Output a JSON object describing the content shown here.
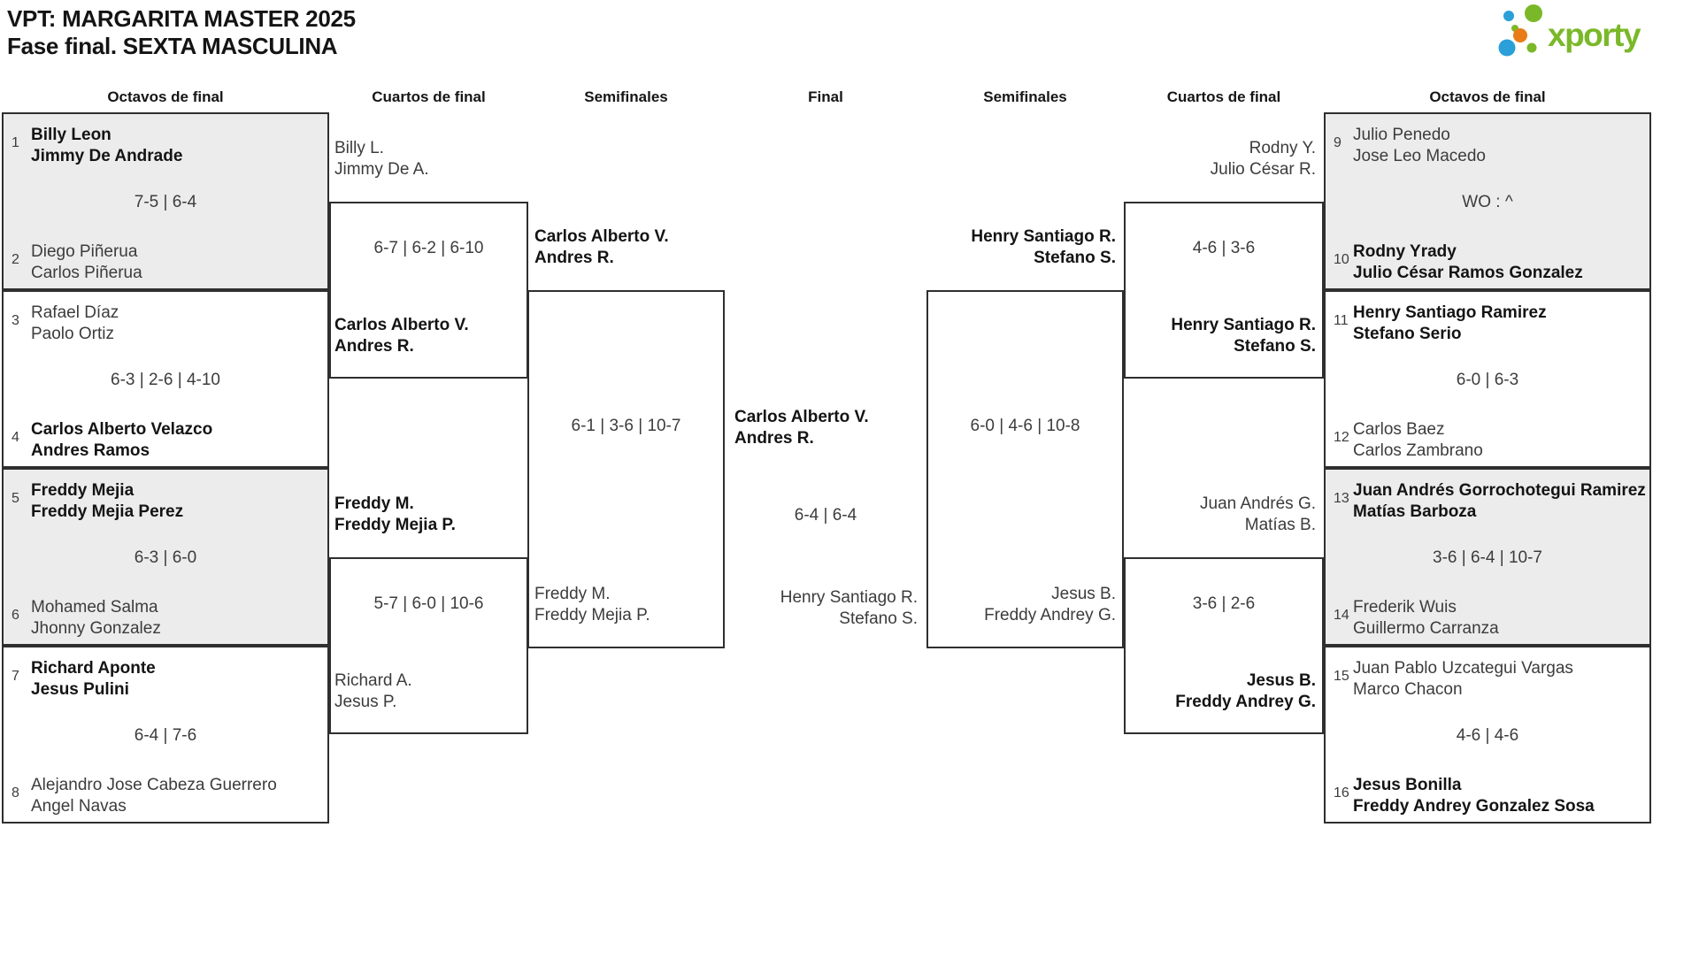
{
  "title": {
    "line1": "VPT: MARGARITA MASTER 2025",
    "line2": "Fase final. SEXTA MASCULINA"
  },
  "logo": {
    "wordmark": "xporty",
    "green": "#7ab829",
    "blue": "#2a9fd8",
    "orange": "#e87d17"
  },
  "rounds": {
    "r16_left": "Octavos de final",
    "qf_left": "Cuartos de final",
    "sf_left": "Semifinales",
    "final": "Final",
    "sf_right": "Semifinales",
    "qf_right": "Cuartos de final",
    "r16_right": "Octavos de final"
  },
  "octavos": [
    {
      "seed_top": "1",
      "top": [
        "Billy Leon",
        "Jimmy De Andrade"
      ],
      "top_winner": true,
      "score": "7-5 | 6-4",
      "seed_bottom": "2",
      "bottom": [
        "Diego Piñerua",
        "Carlos Piñerua"
      ],
      "bottom_winner": false
    },
    {
      "seed_top": "3",
      "top": [
        "Rafael Díaz",
        "Paolo Ortiz"
      ],
      "top_winner": false,
      "score": "6-3 | 2-6 | 4-10",
      "seed_bottom": "4",
      "bottom": [
        "Carlos Alberto Velazco",
        "Andres Ramos"
      ],
      "bottom_winner": true
    },
    {
      "seed_top": "5",
      "top": [
        "Freddy Mejia",
        "Freddy Mejia Perez"
      ],
      "top_winner": true,
      "score": "6-3 | 6-0",
      "seed_bottom": "6",
      "bottom": [
        "Mohamed Salma",
        "Jhonny Gonzalez"
      ],
      "bottom_winner": false
    },
    {
      "seed_top": "7",
      "top": [
        "Richard Aponte",
        "Jesus Pulini"
      ],
      "top_winner": true,
      "score": "6-4 | 7-6",
      "seed_bottom": "8",
      "bottom": [
        "Alejandro Jose Cabeza Guerrero",
        "Angel Navas"
      ],
      "bottom_winner": false
    },
    {
      "seed_top": "9",
      "top": [
        "Julio Penedo",
        "Jose Leo Macedo"
      ],
      "top_winner": false,
      "score": "WO : ^",
      "seed_bottom": "10",
      "bottom": [
        "Rodny Yrady",
        "Julio César Ramos Gonzalez"
      ],
      "bottom_winner": true
    },
    {
      "seed_top": "11",
      "top": [
        "Henry Santiago Ramirez",
        "Stefano Serio"
      ],
      "top_winner": true,
      "score": "6-0 | 6-3",
      "seed_bottom": "12",
      "bottom": [
        "Carlos Baez",
        "Carlos Zambrano"
      ],
      "bottom_winner": false
    },
    {
      "seed_top": "13",
      "top": [
        "Juan Andrés Gorrochotegui Ramirez",
        "Matías Barboza"
      ],
      "top_winner": true,
      "score": "3-6 | 6-4 | 10-7",
      "seed_bottom": "14",
      "bottom": [
        "Frederik Wuis",
        "Guillermo Carranza"
      ],
      "bottom_winner": false
    },
    {
      "seed_top": "15",
      "top": [
        "Juan Pablo Uzcategui Vargas",
        "Marco Chacon"
      ],
      "top_winner": false,
      "score": "4-6 | 4-6",
      "seed_bottom": "16",
      "bottom": [
        "Jesus Bonilla",
        "Freddy Andrey Gonzalez Sosa"
      ],
      "bottom_winner": true
    }
  ],
  "cuartos": [
    {
      "side": "left",
      "top": [
        "Billy L.",
        "Jimmy De A."
      ],
      "top_winner": false,
      "score": "6-7 | 6-2 | 6-10",
      "bottom": [
        "Carlos Alberto V.",
        "Andres R."
      ],
      "bottom_winner": true
    },
    {
      "side": "left",
      "top": [
        "Freddy M.",
        "Freddy Mejia P."
      ],
      "top_winner": true,
      "score": "5-7 | 6-0 | 10-6",
      "bottom": [
        "Richard A.",
        "Jesus P."
      ],
      "bottom_winner": false
    },
    {
      "side": "right",
      "top": [
        "Rodny Y.",
        "Julio César R."
      ],
      "top_winner": false,
      "score": "4-6 | 3-6",
      "bottom": [
        "Henry Santiago R.",
        "Stefano S."
      ],
      "bottom_winner": true
    },
    {
      "side": "right",
      "top": [
        "Juan Andrés G.",
        "Matías B."
      ],
      "top_winner": false,
      "score": "3-6 | 2-6",
      "bottom": [
        "Jesus B.",
        "Freddy Andrey G."
      ],
      "bottom_winner": true
    }
  ],
  "semifinales": [
    {
      "side": "left",
      "top": [
        "Carlos Alberto V.",
        "Andres R."
      ],
      "top_winner": true,
      "score": "6-1 | 3-6 | 10-7",
      "bottom": [
        "Freddy M.",
        "Freddy Mejia P."
      ],
      "bottom_winner": false
    },
    {
      "side": "right",
      "top": [
        "Henry Santiago R.",
        "Stefano S."
      ],
      "top_winner": true,
      "score": "6-0 | 4-6 | 10-8",
      "bottom": [
        "Jesus B.",
        "Freddy Andrey G."
      ],
      "bottom_winner": false
    }
  ],
  "final": {
    "winner": [
      "Carlos Alberto V.",
      "Andres R."
    ],
    "score": "6-4 | 6-4",
    "runner_up": [
      "Henry Santiago R.",
      "Stefano S."
    ]
  }
}
